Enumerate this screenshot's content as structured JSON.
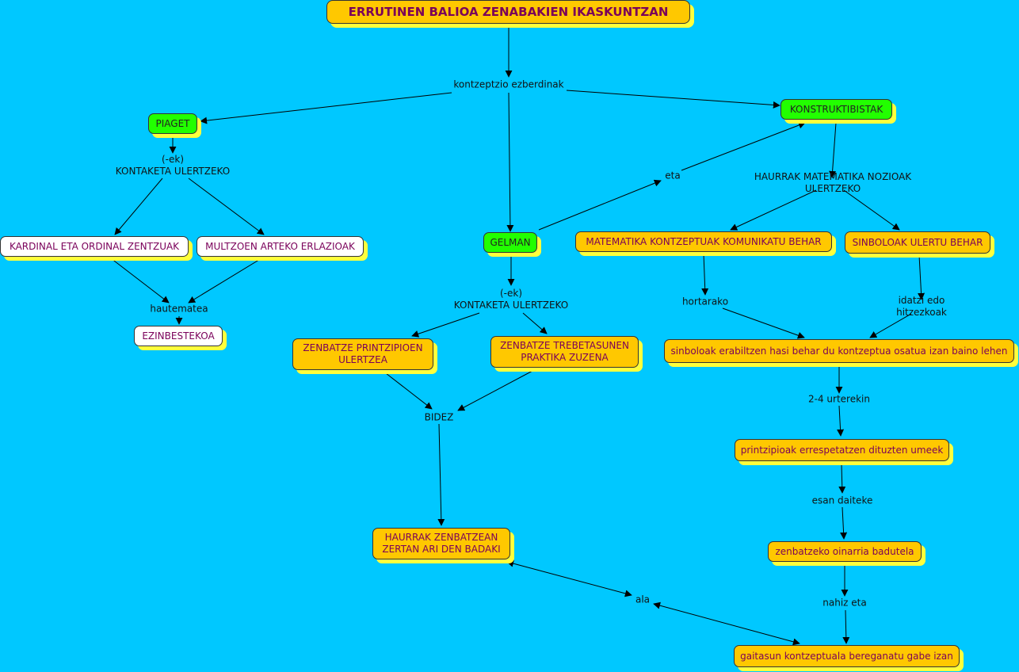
{
  "title": "ERRUTINEN BALIOA ZENABAKIEN IKASKUNTZAN",
  "nodes": {
    "piaget": "PIAGET",
    "konstruktibistak": "KONSTRUKTIBISTAK",
    "kardinal": "KARDINAL ETA ORDINAL ZENTZUAK",
    "multzoen": "MULTZOEN ARTEKO ERLAZIOAK",
    "ezinbestekoa": "EZINBESTEKOA",
    "gelman": "GELMAN",
    "matematika": "MATEMATIKA KONTZEPTUAK KOMUNIKATU BEHAR",
    "sinboloak_ulertu": "SINBOLOAK ULERTU BEHAR",
    "printzipioen": "ZENBATZE PRINTZIPIOEN\nULERTZEA",
    "trebetasunen": "ZENBATZE TREBETASUNEN\nPRAKTIKA ZUZENA",
    "sinboloak_erabili": "sinboloak erabiltzen hasi behar du kontzeptua osatua izan baino lehen",
    "haurrak_zenbatzean": "HAURRAK ZENBATZEAN\nZERTAN ARI DEN BADAKI",
    "printzipioak_errespetatzen": "printzipioak errespetatzen dituzten umeek",
    "oinarria": "zenbatzeko oinarria badutela",
    "gaitasun": "gaitasun kontzeptuala bereganatu gabe izan"
  },
  "labels": {
    "kontzeptzio": "kontzeptzio ezberdinak",
    "ek_kontaketa_1": "(-ek)\nKONTAKETA ULERTZEKO",
    "hautematea": "hautematea",
    "eta": "eta",
    "haurrak_matematika": "HAURRAK MATEMATIKA NOZIOAK ULERTZEKO",
    "ek_kontaketa_2": "(-ek)\nKONTAKETA ULERTZEKO",
    "hortarako": "hortarako",
    "idatzi": "idatzi edo hitzezkoak",
    "bidez": "BIDEZ",
    "urterekin": "2-4 urterekin",
    "esan": "esan daiteke",
    "ala": "ala",
    "nahiz": "nahiz eta"
  }
}
